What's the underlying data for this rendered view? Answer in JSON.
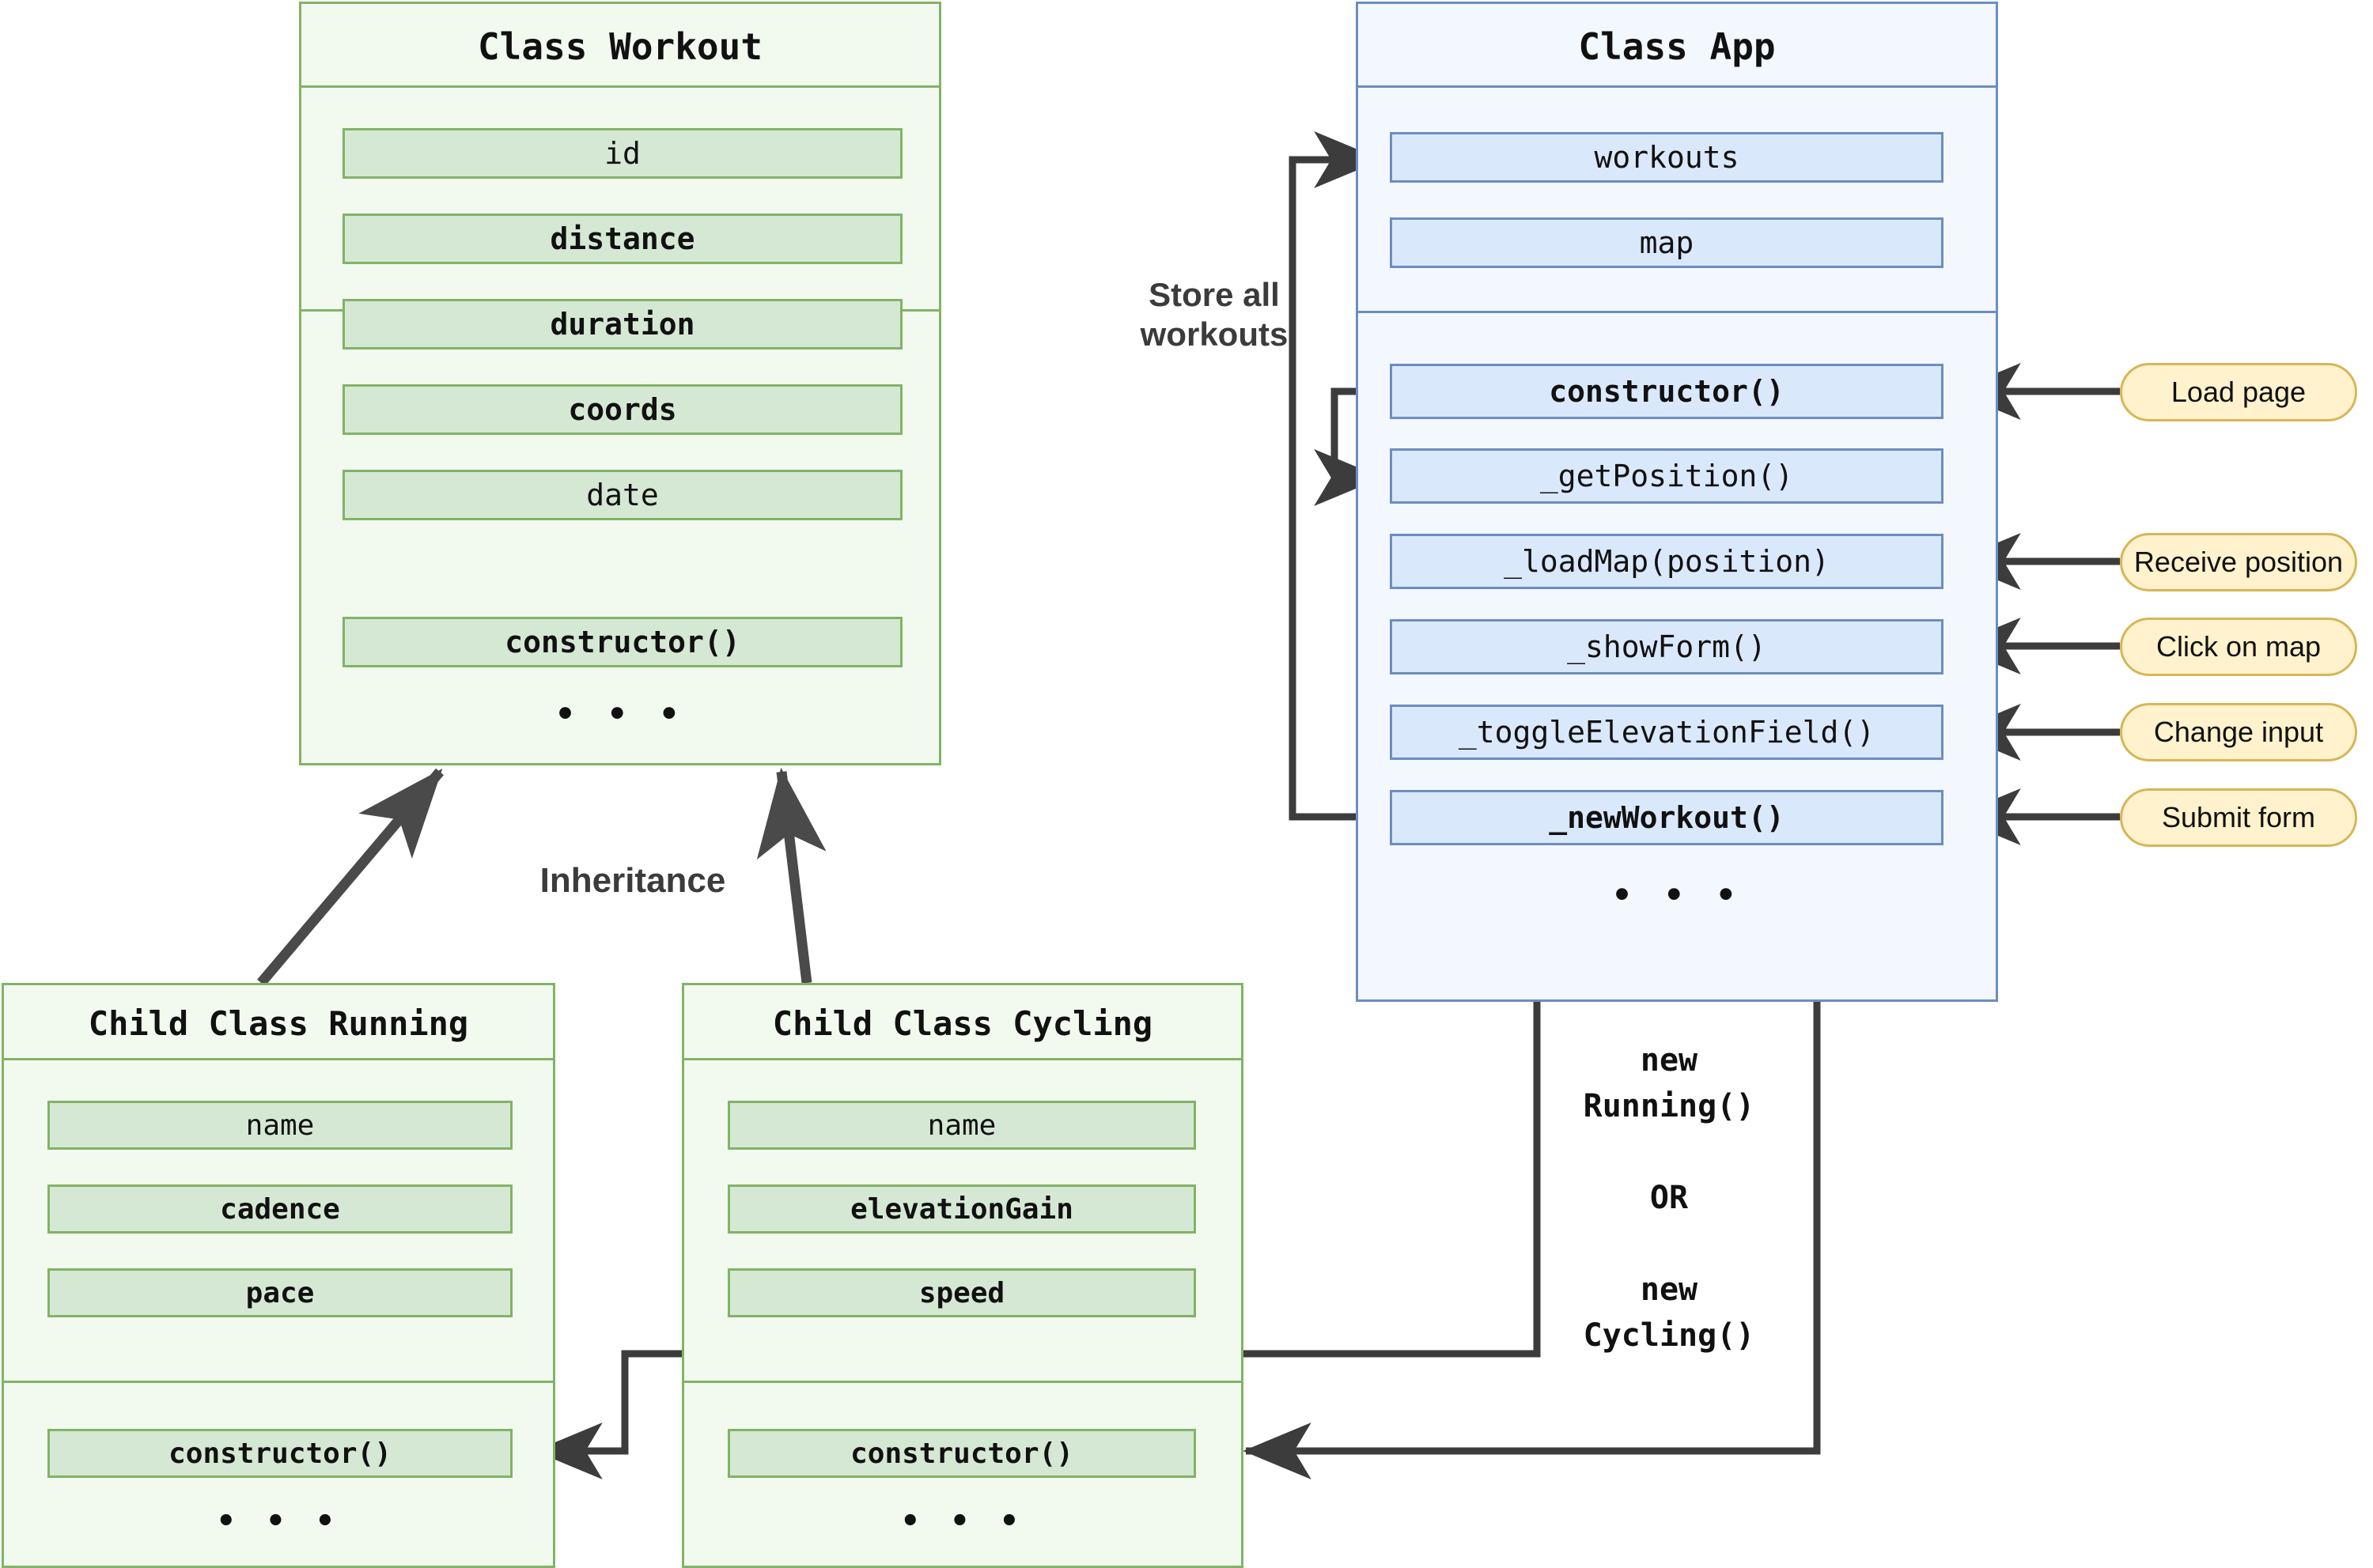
{
  "diagram": {
    "title": "Workout app class architecture diagram",
    "colors": {
      "green_fill": "#f2faef",
      "green_member_fill": "#d5e8d4",
      "green_border": "#82b366",
      "blue_fill": "#f3f7fe",
      "blue_member_fill": "#dae8fc",
      "blue_border": "#6c8ebf",
      "yellow_fill": "#fff2cc",
      "yellow_border": "#d6b656",
      "connector": "#3c3c3c",
      "text": "#111111",
      "label_text": "#3b3b3b"
    }
  },
  "workout_class": {
    "title": "Class Workout",
    "fields": [
      {
        "label": "id",
        "bold": false
      },
      {
        "label": "distance",
        "bold": true
      },
      {
        "label": "duration",
        "bold": true
      },
      {
        "label": "coords",
        "bold": true
      },
      {
        "label": "date",
        "bold": false
      }
    ],
    "methods": [
      {
        "label": "constructor()",
        "bold": true
      }
    ],
    "more": "• • •"
  },
  "app_class": {
    "title": "Class App",
    "fields": [
      {
        "label": "workouts",
        "bold": false
      },
      {
        "label": "map",
        "bold": false
      }
    ],
    "methods": [
      {
        "label": "constructor()",
        "bold": true
      },
      {
        "label": "_getPosition()",
        "bold": false
      },
      {
        "label": "_loadMap(position)",
        "bold": false
      },
      {
        "label": "_showForm()",
        "bold": false
      },
      {
        "label": "_toggleElevationField()",
        "bold": false
      },
      {
        "label": "_newWorkout()",
        "bold": true
      }
    ],
    "more": "• • •"
  },
  "running_class": {
    "title": "Child Class Running",
    "fields": [
      {
        "label": "name",
        "bold": false
      },
      {
        "label": "cadence",
        "bold": true
      },
      {
        "label": "pace",
        "bold": true
      }
    ],
    "methods": [
      {
        "label": "constructor()",
        "bold": true
      }
    ],
    "more": "• • •"
  },
  "cycling_class": {
    "title": "Child Class Cycling",
    "fields": [
      {
        "label": "name",
        "bold": false
      },
      {
        "label": "elevationGain",
        "bold": true
      },
      {
        "label": "speed",
        "bold": true
      }
    ],
    "methods": [
      {
        "label": "constructor()",
        "bold": true
      }
    ],
    "more": "• • •"
  },
  "events": [
    {
      "label": "Load page"
    },
    {
      "label": "Receive position"
    },
    {
      "label": "Click on map"
    },
    {
      "label": "Change input"
    },
    {
      "label": "Submit form"
    }
  ],
  "annotations": {
    "store_all_workouts": "Store all\nworkouts",
    "inheritance": "Inheritance",
    "new_instance": "new\nRunning()\n\nOR\n\nnew\nCycling()"
  }
}
